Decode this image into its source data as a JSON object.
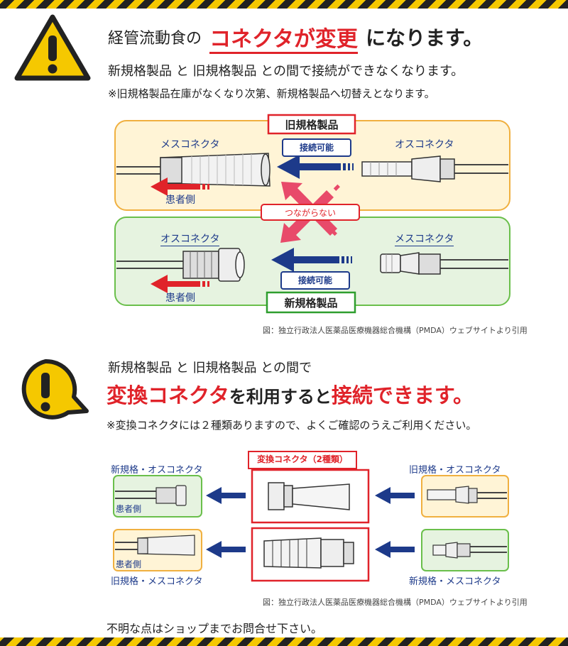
{
  "section1": {
    "heading_prefix": "経管流動食の",
    "heading_emph": "コネクタが変更",
    "heading_suffix": "になります。",
    "line2": "新規格製品 と 旧規格製品 との間で接続ができなくなります。",
    "note": "※旧規格製品在庫がなくなり次第、新規格製品へ切替えとなります。",
    "diagram": {
      "old_product": "旧規格製品",
      "new_product": "新規格製品",
      "female_connector": "メスコネクタ",
      "male_connector": "オスコネクタ",
      "connectable": "接続可能",
      "not_connect": "つながらない",
      "patient_side": "患者側"
    },
    "credit": "図：独立行政法人医薬品医療機器総合機構（PMDA）ウェブサイトより引用"
  },
  "section2": {
    "line1": "新規格製品 と 旧規格製品 との間で",
    "headline_a": "変換コネクタ",
    "headline_b": "を利用すると",
    "headline_c": "接続できます。",
    "note": "※変換コネクタには２種類ありますので、よくご確認のうえご利用ください。",
    "diagram": {
      "converter_title": "変換コネクタ（2種類）",
      "new_male": "新規格・オスコネクタ",
      "old_male": "旧規格・オスコネクタ",
      "new_female": "新規格・メスコネクタ",
      "old_female": "旧規格・メスコネクタ",
      "patient_side": "患者側"
    },
    "credit": "図：独立行政法人医薬品医療機器総合機構（PMDA）ウェブサイトより引用"
  },
  "footer": {
    "text": "不明な点はショップまでお問合せ下さい。"
  },
  "colors": {
    "warning_yellow": "#f5c800",
    "emph_red": "#e0232a",
    "arrow_blue": "#1d3a8a",
    "old_bg": "#fff4d6",
    "old_border": "#f0b040",
    "new_bg": "#e6f3e0",
    "new_border": "#6abf4b"
  }
}
